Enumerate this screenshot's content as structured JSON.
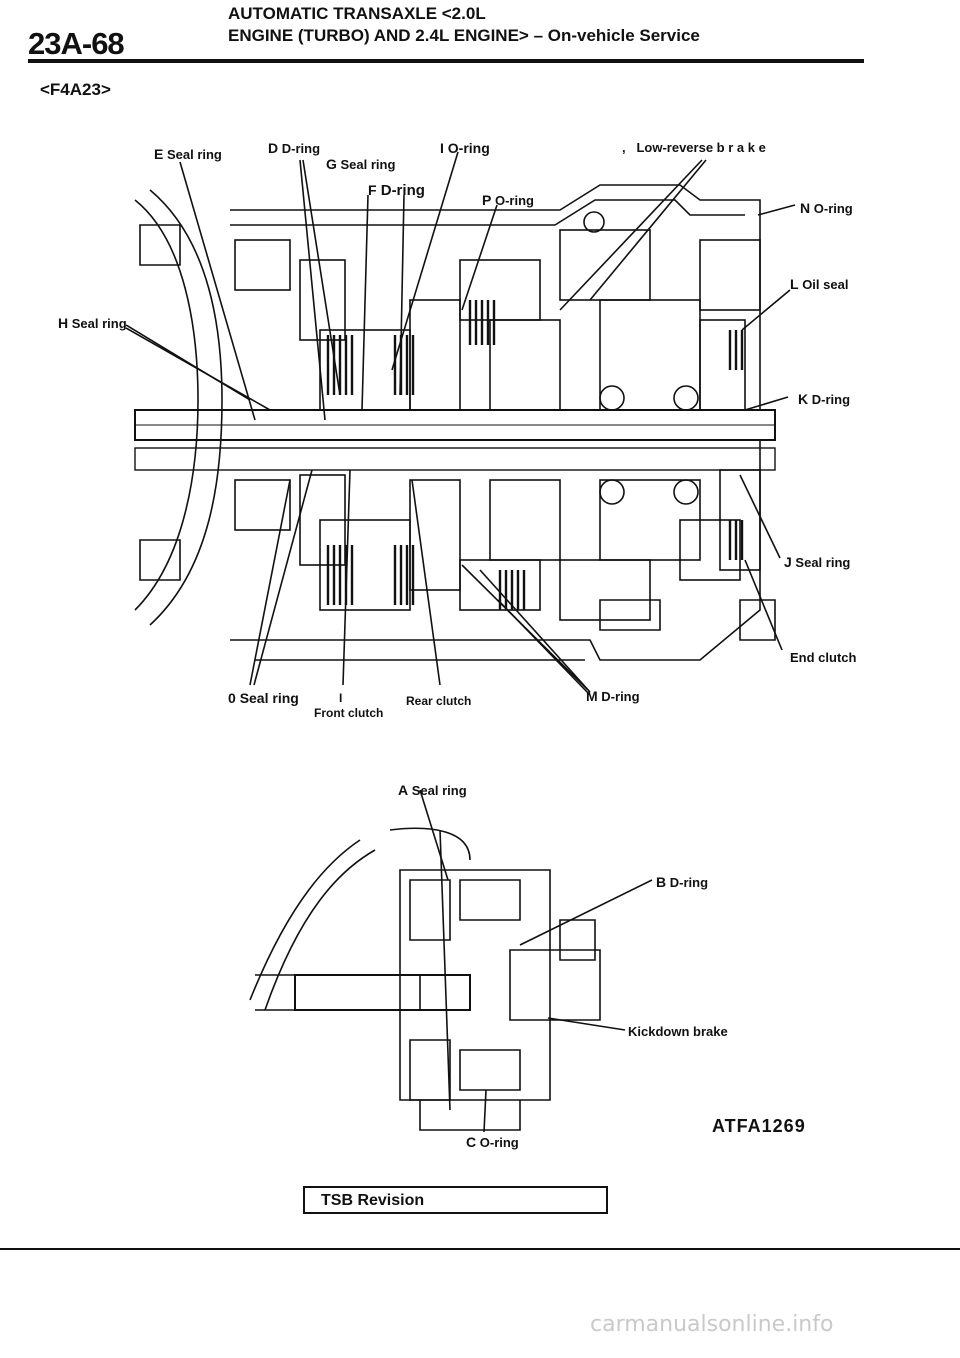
{
  "header": {
    "page_number": "23A-68",
    "title_line1": "AUTOMATIC TRANSAXLE <2.0L",
    "title_line2": "ENGINE (TURBO) AND 2.4L ENGINE> – On-vehicle Service",
    "model": "<F4A23>"
  },
  "upper_labels": {
    "E": {
      "letter": "E",
      "text": "Seal ring"
    },
    "D": {
      "letter": "D",
      "text": "D-ring"
    },
    "G": {
      "letter": "G",
      "text": "Seal ring"
    },
    "F": {
      "letter": "F",
      "text": "D-ring"
    },
    "I": {
      "letter": "I",
      "text": "O-ring"
    },
    "P": {
      "letter": "P",
      "text": "O-ring"
    },
    "low_reverse": {
      "prefix": ",",
      "text": "Low-reverse b r a k e"
    },
    "N": {
      "letter": "N",
      "text": "O-ring"
    },
    "L": {
      "letter": "L",
      "text": "Oil seal"
    },
    "H": {
      "letter": "H",
      "text": "Seal ring"
    },
    "K": {
      "letter": "K",
      "text": "D-ring"
    },
    "J": {
      "letter": "J",
      "text": "Seal ring"
    },
    "end_clutch": {
      "text": "End clutch"
    },
    "O": {
      "letter": "0",
      "text": "Seal ring"
    },
    "front_clutch": {
      "marker": "I",
      "text": "Front clutch"
    },
    "rear_clutch": {
      "text": "Rear clutch"
    },
    "M": {
      "letter": "M",
      "text": "D-ring"
    }
  },
  "lower_labels": {
    "A": {
      "letter": "A",
      "text": "Seal ring"
    },
    "B": {
      "letter": "B",
      "text": "D-ring"
    },
    "kickdown": {
      "text": "Kickdown brake"
    },
    "C": {
      "letter": "C",
      "text": "O-ring"
    }
  },
  "figure_code": "ATFA1269",
  "tsb": {
    "label": "TSB Revision"
  },
  "watermark": "carmanualsonline.info"
}
